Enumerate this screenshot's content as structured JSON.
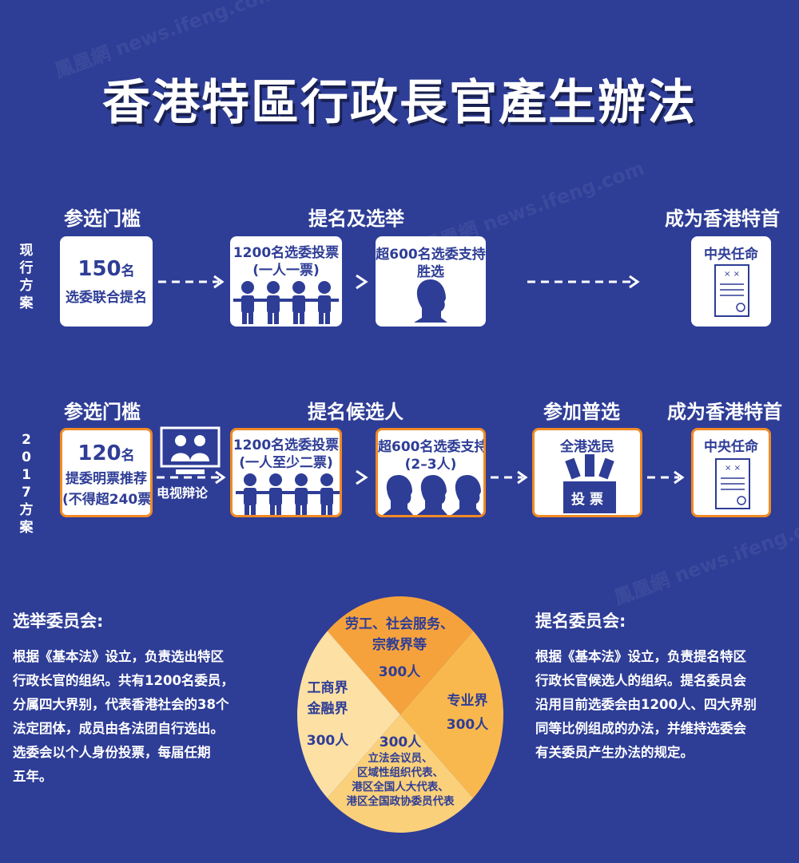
{
  "title": "香港特區行政長官產生辦法",
  "current": {
    "label": "现行方案",
    "headers": {
      "threshold": "参选门槛",
      "nomination": "提名及选举",
      "chief": "成为香港特首"
    },
    "box1": {
      "num": "150",
      "unit": "名",
      "line2": "选委联合提名"
    },
    "box2": {
      "line1": "1200名选委投票",
      "line2": "(一人一票)"
    },
    "box3": {
      "line1": "超600名选委支持",
      "line2": "胜选"
    },
    "box4": {
      "label": "中央任命"
    }
  },
  "plan2017": {
    "label": "2017方案",
    "headers": {
      "threshold": "参选门槛",
      "nomination": "提名候选人",
      "election": "参加普选",
      "chief": "成为香港特首"
    },
    "box1": {
      "num": "120",
      "unit": "名",
      "line2": "提委明票推荐",
      "line3": "(不得超240票)"
    },
    "tv_label": "电视辩论",
    "box2": {
      "line1": "1200名选委投票",
      "line2": "(一人至少二票)"
    },
    "box3": {
      "line1": "超600名选委支持",
      "line2": "(2–3人)"
    },
    "box4": {
      "line1": "全港选民",
      "ballot": "投 票"
    },
    "box5": {
      "label": "中央任命"
    }
  },
  "election_committee": {
    "heading": "选举委员会:",
    "text": [
      "根据《基本法》设立，负责选出特区",
      "行政长官的组织。共有1200名委员，",
      "分属四大界别，代表香港社会的38个",
      "法定团体，成员由各法团自行选出。",
      "选委会以个人身份投票，每届任期",
      "五年。"
    ]
  },
  "nomination_committee": {
    "heading": "提名委员会:",
    "text": [
      "根据《基本法》设立，负责提名特区",
      "行政长官候选人的组织。提名委员会",
      "沿用目前选委会由1200人、四大界别",
      "同等比例组成的办法，并维持选委会",
      "有关委员产生办法的规定。"
    ]
  },
  "chart_data": {
    "type": "pie",
    "slices": [
      {
        "label": "劳工、社会服务、宗教界等",
        "line1": "劳工、社会服务、",
        "line2": "宗教界等",
        "count": "300人",
        "value": 300,
        "color": "#f6a23c"
      },
      {
        "label": "专业界",
        "line1": "专业界",
        "count": "300人",
        "value": 300,
        "color": "#f9b84e"
      },
      {
        "label": "立法会议员、区域性组织代表、港区全国人大代表、港区全国政协委员代表",
        "count": "300人",
        "line1": "立法会议员、",
        "line2": "区域性组织代表、",
        "line3": "港区全国人大代表、",
        "line4": "港区全国政协委员代表",
        "value": 300,
        "color": "#fbd07a"
      },
      {
        "label": "工商界金融界",
        "line1": "工商界",
        "line2": "金融界",
        "count": "300人",
        "value": 300,
        "color": "#fde0a4"
      }
    ]
  },
  "colors": {
    "background": "#2e3d96",
    "accent": "#f08a24"
  }
}
